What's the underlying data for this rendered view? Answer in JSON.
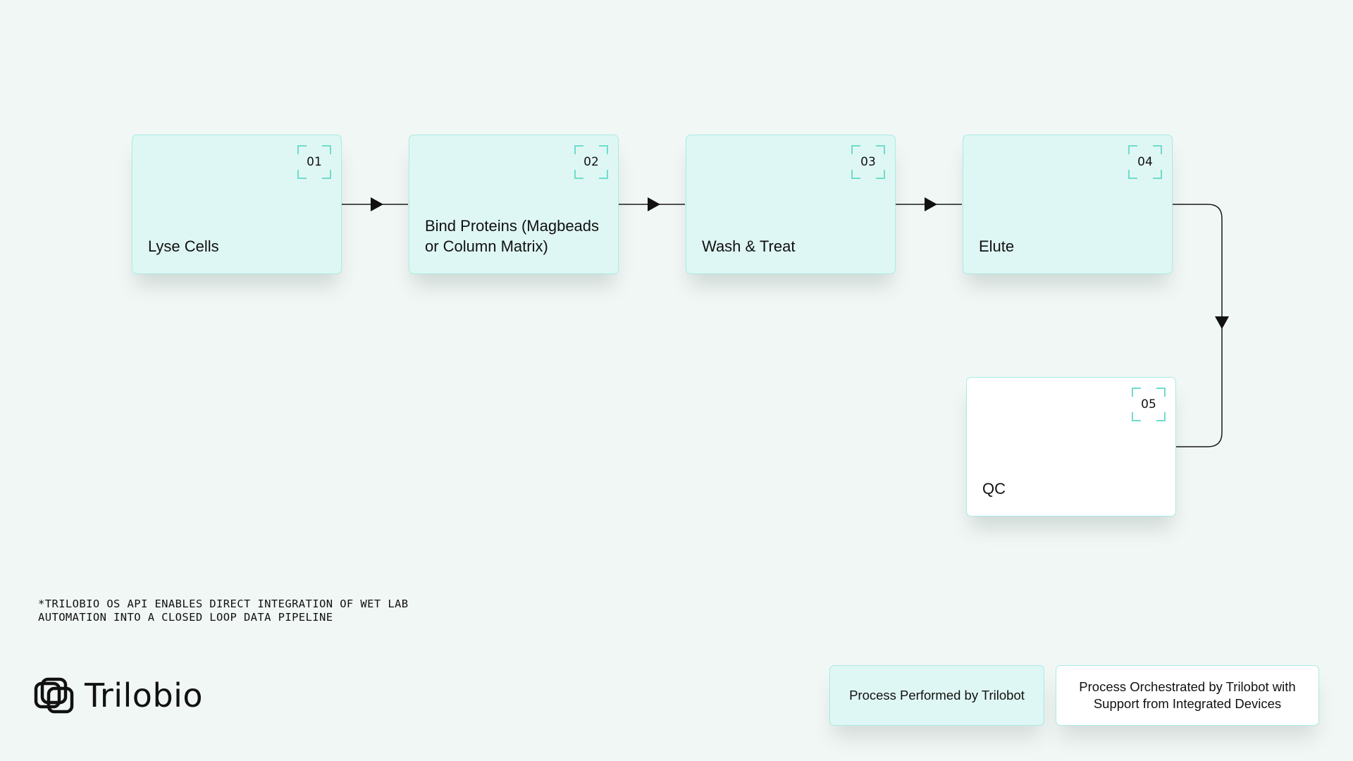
{
  "steps": [
    {
      "number": "01",
      "label": "Lyse Cells",
      "style": "performed"
    },
    {
      "number": "02",
      "label": "Bind Proteins (Magbeads or Column Matrix)",
      "style": "performed"
    },
    {
      "number": "03",
      "label": "Wash & Treat",
      "style": "performed"
    },
    {
      "number": "04",
      "label": "Elute",
      "style": "performed"
    },
    {
      "number": "05",
      "label": "QC",
      "style": "orchestrated"
    }
  ],
  "footnote": {
    "line1": "*TRILOBIO OS API ENABLES DIRECT INTEGRATION OF WET LAB",
    "line2": "AUTOMATION INTO A CLOSED LOOP DATA PIPELINE"
  },
  "logo": {
    "text": "Trilobio",
    "icon": "trilobio-logo-icon"
  },
  "legend": {
    "performed": "Process Performed by Trilobot",
    "orchestrated": "Process Orchestrated by Trilobot with Support from Integrated Devices"
  },
  "colors": {
    "background": "#f1f7f5",
    "performed_fill": "#dff7f4",
    "orchestrated_fill": "#ffffff",
    "border": "#a8ece3",
    "corner_accent": "#6fdccd",
    "connector": "#1a1a1a"
  }
}
